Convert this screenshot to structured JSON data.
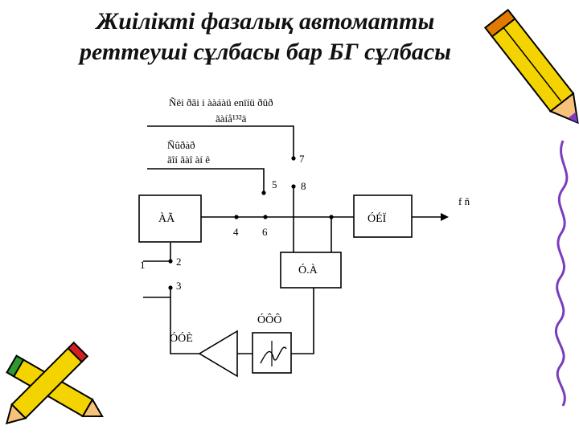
{
  "slide": {
    "title_line1": "Жиілікті фазалық автоматты",
    "title_line2": "реттеуші сұлбасы бар БГ сұлбасы"
  },
  "diagram": {
    "input_top": {
      "line1": "Ñëi ðãi i ààáàü enïíü ðûð",
      "line2": "ãàíå¹³²ä"
    },
    "input_mid": {
      "line1": "Ñûðàð",
      "line2": "ãîí ãàî àí ê"
    },
    "output_label": "f ñ",
    "blocks": {
      "generator": "ÀÃ",
      "amplifier": "ÓÉÏ",
      "pd": "Ó.À",
      "lpf": "ÓÔÔ",
      "dc_amp": "ÓÓÈ"
    },
    "nodes": [
      "1",
      "2",
      "3",
      "4",
      "6",
      "5",
      "7",
      "8"
    ]
  },
  "colors": {
    "pencil_yellow": "#f4d400",
    "pencil_orange": "#e07a00",
    "pencil_tip": "#7a3cc0",
    "swirl": "#7a3cc0"
  }
}
